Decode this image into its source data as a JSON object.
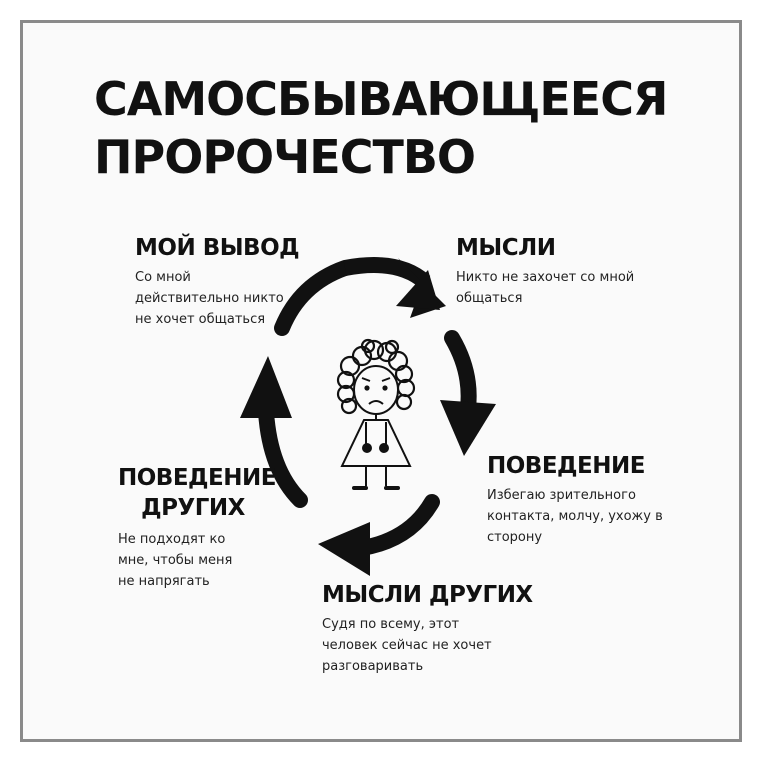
{
  "title": {
    "line1": "САМОСБЫВАЮЩЕЕСЯ",
    "line2": "ПРОРОЧЕСТВО"
  },
  "steps": [
    {
      "heading": "МОЙ ВЫВОД",
      "lines": [
        "Со мной",
        "действительно никто",
        "не хочет общаться"
      ]
    },
    {
      "heading": "МЫСЛИ",
      "lines": [
        "Никто не захочет со мной",
        "общаться"
      ]
    },
    {
      "heading": "ПОВЕДЕНИЕ",
      "lines": [
        "Избегаю зрительного",
        "контакта, молчу, ухожу в",
        "сторону"
      ]
    },
    {
      "heading": "МЫСЛИ ДРУГИХ",
      "lines": [
        "Судя по всему, этот",
        "человек сейчас не хочет",
        "разговаривать"
      ]
    },
    {
      "heading_lines": [
        "ПОВЕДЕНИЕ",
        "ДРУГИХ"
      ],
      "lines": [
        "Не подходят ко",
        "мне, чтобы меня",
        "не напрягать"
      ]
    }
  ],
  "colors": {
    "ink": "#111111",
    "frame": "#8a8a8a",
    "background": "#fafafa"
  },
  "icons": [
    "sad-girl-icon",
    "cycle-arrow-icon"
  ]
}
